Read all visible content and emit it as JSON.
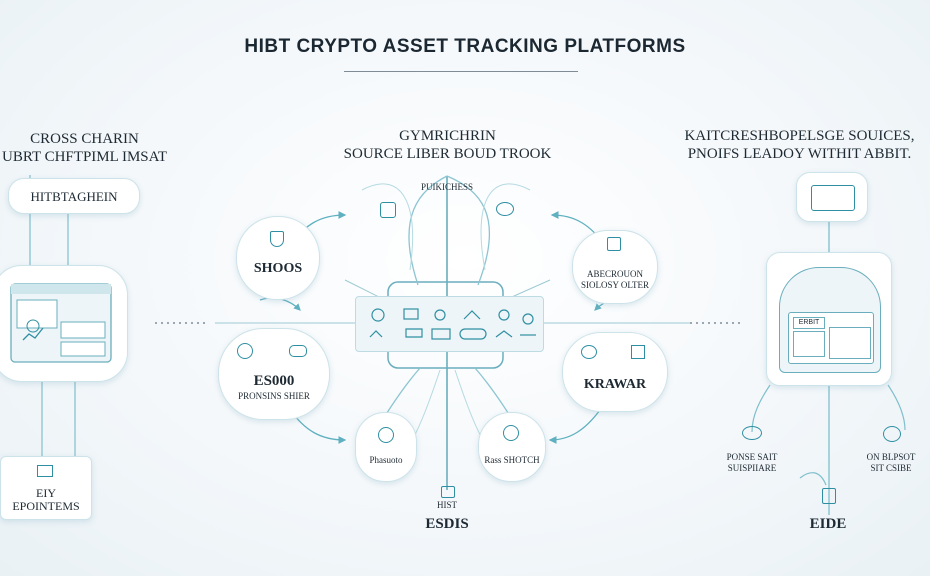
{
  "title": "HIBT CRYPTO ASSET TRACKING PLATFORMS",
  "left": {
    "heading_line1": "CROSS CHARIN",
    "heading_line2": "UBRT CHFTPIML IMSAT",
    "tag": "HITBTAGHEIN",
    "bottom_line1": "EIY",
    "bottom_line2": "EPOINTEMS"
  },
  "center": {
    "heading_line1": "GYMRICHRIN",
    "heading_line2": "SOURCE LIBER BOUD TROOK",
    "top_label": "PUIKICHESS",
    "node_left_top": "SHOOS",
    "node_left_bottom_big": "ES000",
    "node_left_bottom_small": "PRONSINS SHIER",
    "node_right_top_line1": "ABECROUON",
    "node_right_top_line2": "SIOLOSY OLTER",
    "node_right_bottom": "KRAWAR",
    "node_bottom_left": "Phasuoto",
    "node_bottom_right": "Rass SHOTCH",
    "bottom_small": "HIST",
    "bottom_big": "ESDIS"
  },
  "right": {
    "heading_line1": "KAITCRESHBOPELSGE SOUICES,",
    "heading_line2": "PNOIFS LEADOY WITHIT ABBIT.",
    "screen_label": "ERBIT",
    "left_small_line1": "PONSE SAIT",
    "left_small_line2": "SUISPIIARE",
    "right_small_line1": "ON BLPSOT",
    "right_small_line2": "SIT CSIBE",
    "bottom_big": "EIDE"
  },
  "colors": {
    "accent": "#4aa8b8",
    "line": "#7fbfcc",
    "text": "#1e2a33",
    "panel": "#eef5f8"
  }
}
